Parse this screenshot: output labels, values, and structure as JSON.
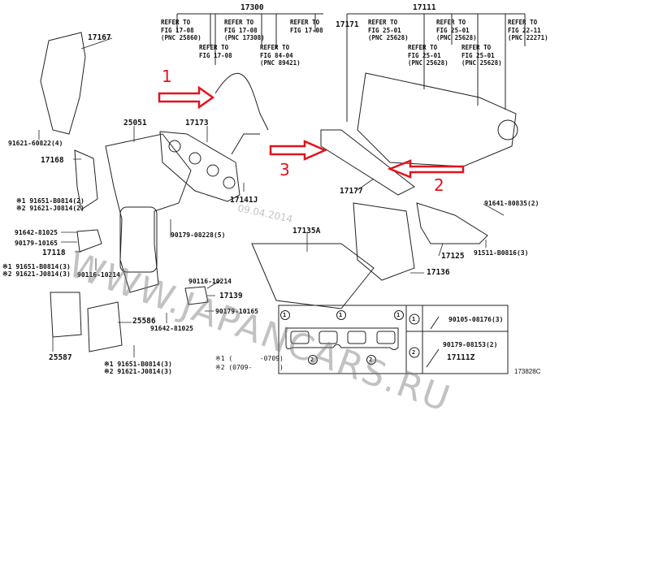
{
  "groups": {
    "g17300": "17300",
    "g17111": "17111"
  },
  "refs_left": [
    "REFER TO\nFIG 17-08\n(PNC 25860)",
    "REFER TO\nFIG 17-08",
    "REFER TO\nFIG 17-08\n(PNC 17308)",
    "REFER TO\nFIG 84-04\n(PNC 89421)",
    "REFER TO\nFIG 17-08"
  ],
  "refs_right": [
    "REFER TO\nFIG 25-01\n(PNC 25628)",
    "REFER TO\nFIG 25-01\n(PNC 25628)",
    "REFER TO\nFIG 25-01\n(PNC 25628)",
    "REFER TO\nFIG 25-01\n(PNC 25628)",
    "REFER TO\nFIG 22-11\n(PNC 22271)"
  ],
  "parts": {
    "p17167": "17167",
    "p91621_60822": "91621-60822(4)",
    "p25051": "25051",
    "p17173": "17173",
    "p17168": "17168",
    "p_x1_2": "※1 91651-B0814(2)",
    "p_x2_2": "※2 91621-J0814(2)",
    "p91642_a": "91642-81025",
    "p90179_a": "90179-10165",
    "p17118": "17118",
    "p_x1_3a": "※1 91651-B0814(3)",
    "p_x2_3a": "※2 91621-J0814(3)",
    "p90116_a": "90116-10214",
    "p90179_08228": "90179-08228(5)",
    "p17141J": "17141J",
    "p17135A": "17135A",
    "p90116_b": "90116-10214",
    "p17139": "17139",
    "p90179_b": "90179-10165",
    "p91642_b": "91642-81025",
    "p25586": "25586",
    "p25587": "25587",
    "p_x1_3b": "※1 91651-B0814(3)",
    "p_x2_3b": "※2 91621-J0814(3)",
    "note1": "※1 (       -0709)",
    "note2": "※2 (0709-       )",
    "p17171": "17171",
    "p17177": "17177",
    "p17125": "17125",
    "p17136": "17136",
    "p91641": "91641-80835(2)",
    "p91511": "91511-B0816(3)"
  },
  "table": {
    "row1_num": "1",
    "row2_num": "2",
    "bolt": "90105-08176(3)",
    "nut": "90179-08153(2)",
    "stud": "17111Z",
    "callouts": [
      "1",
      "1",
      "1",
      "2",
      "2"
    ]
  },
  "illustration_id": "173828C",
  "annotations": {
    "n1": "1",
    "n2": "2",
    "n3": "3",
    "arrow_color": "#e0141e"
  },
  "watermark": {
    "date": "09.04.2014",
    "site": "WWW.JAPANCARS.RU"
  }
}
